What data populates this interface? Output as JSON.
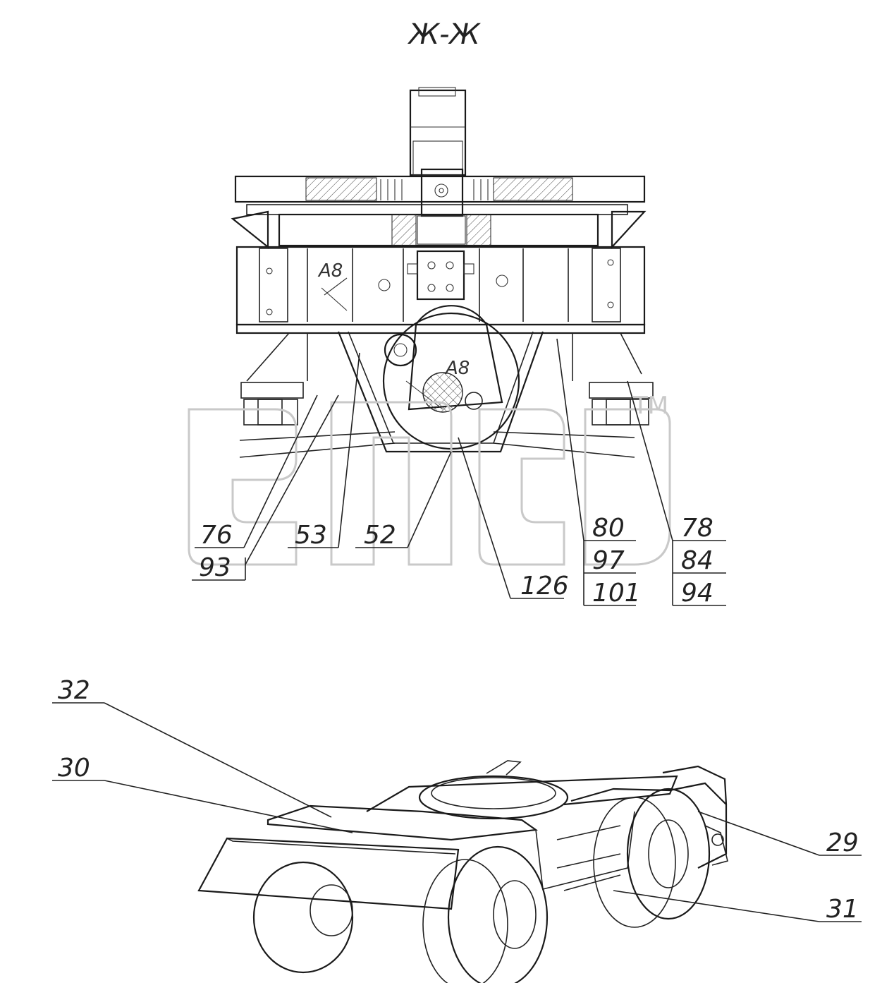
{
  "section_title": "Ж-Ж",
  "marks": {
    "left": "A8",
    "center": "A8"
  },
  "callouts_section": {
    "c76": "76",
    "c93": "93",
    "c53": "53",
    "c52": "52",
    "c126": "126",
    "c80": "80",
    "c97": "97",
    "c101": "101",
    "c78": "78",
    "c84": "84",
    "c94": "94"
  },
  "callouts_iso": {
    "c32": "32",
    "c30": "30",
    "c29": "29",
    "c31": "31"
  },
  "watermark": {
    "tm": "TM"
  }
}
